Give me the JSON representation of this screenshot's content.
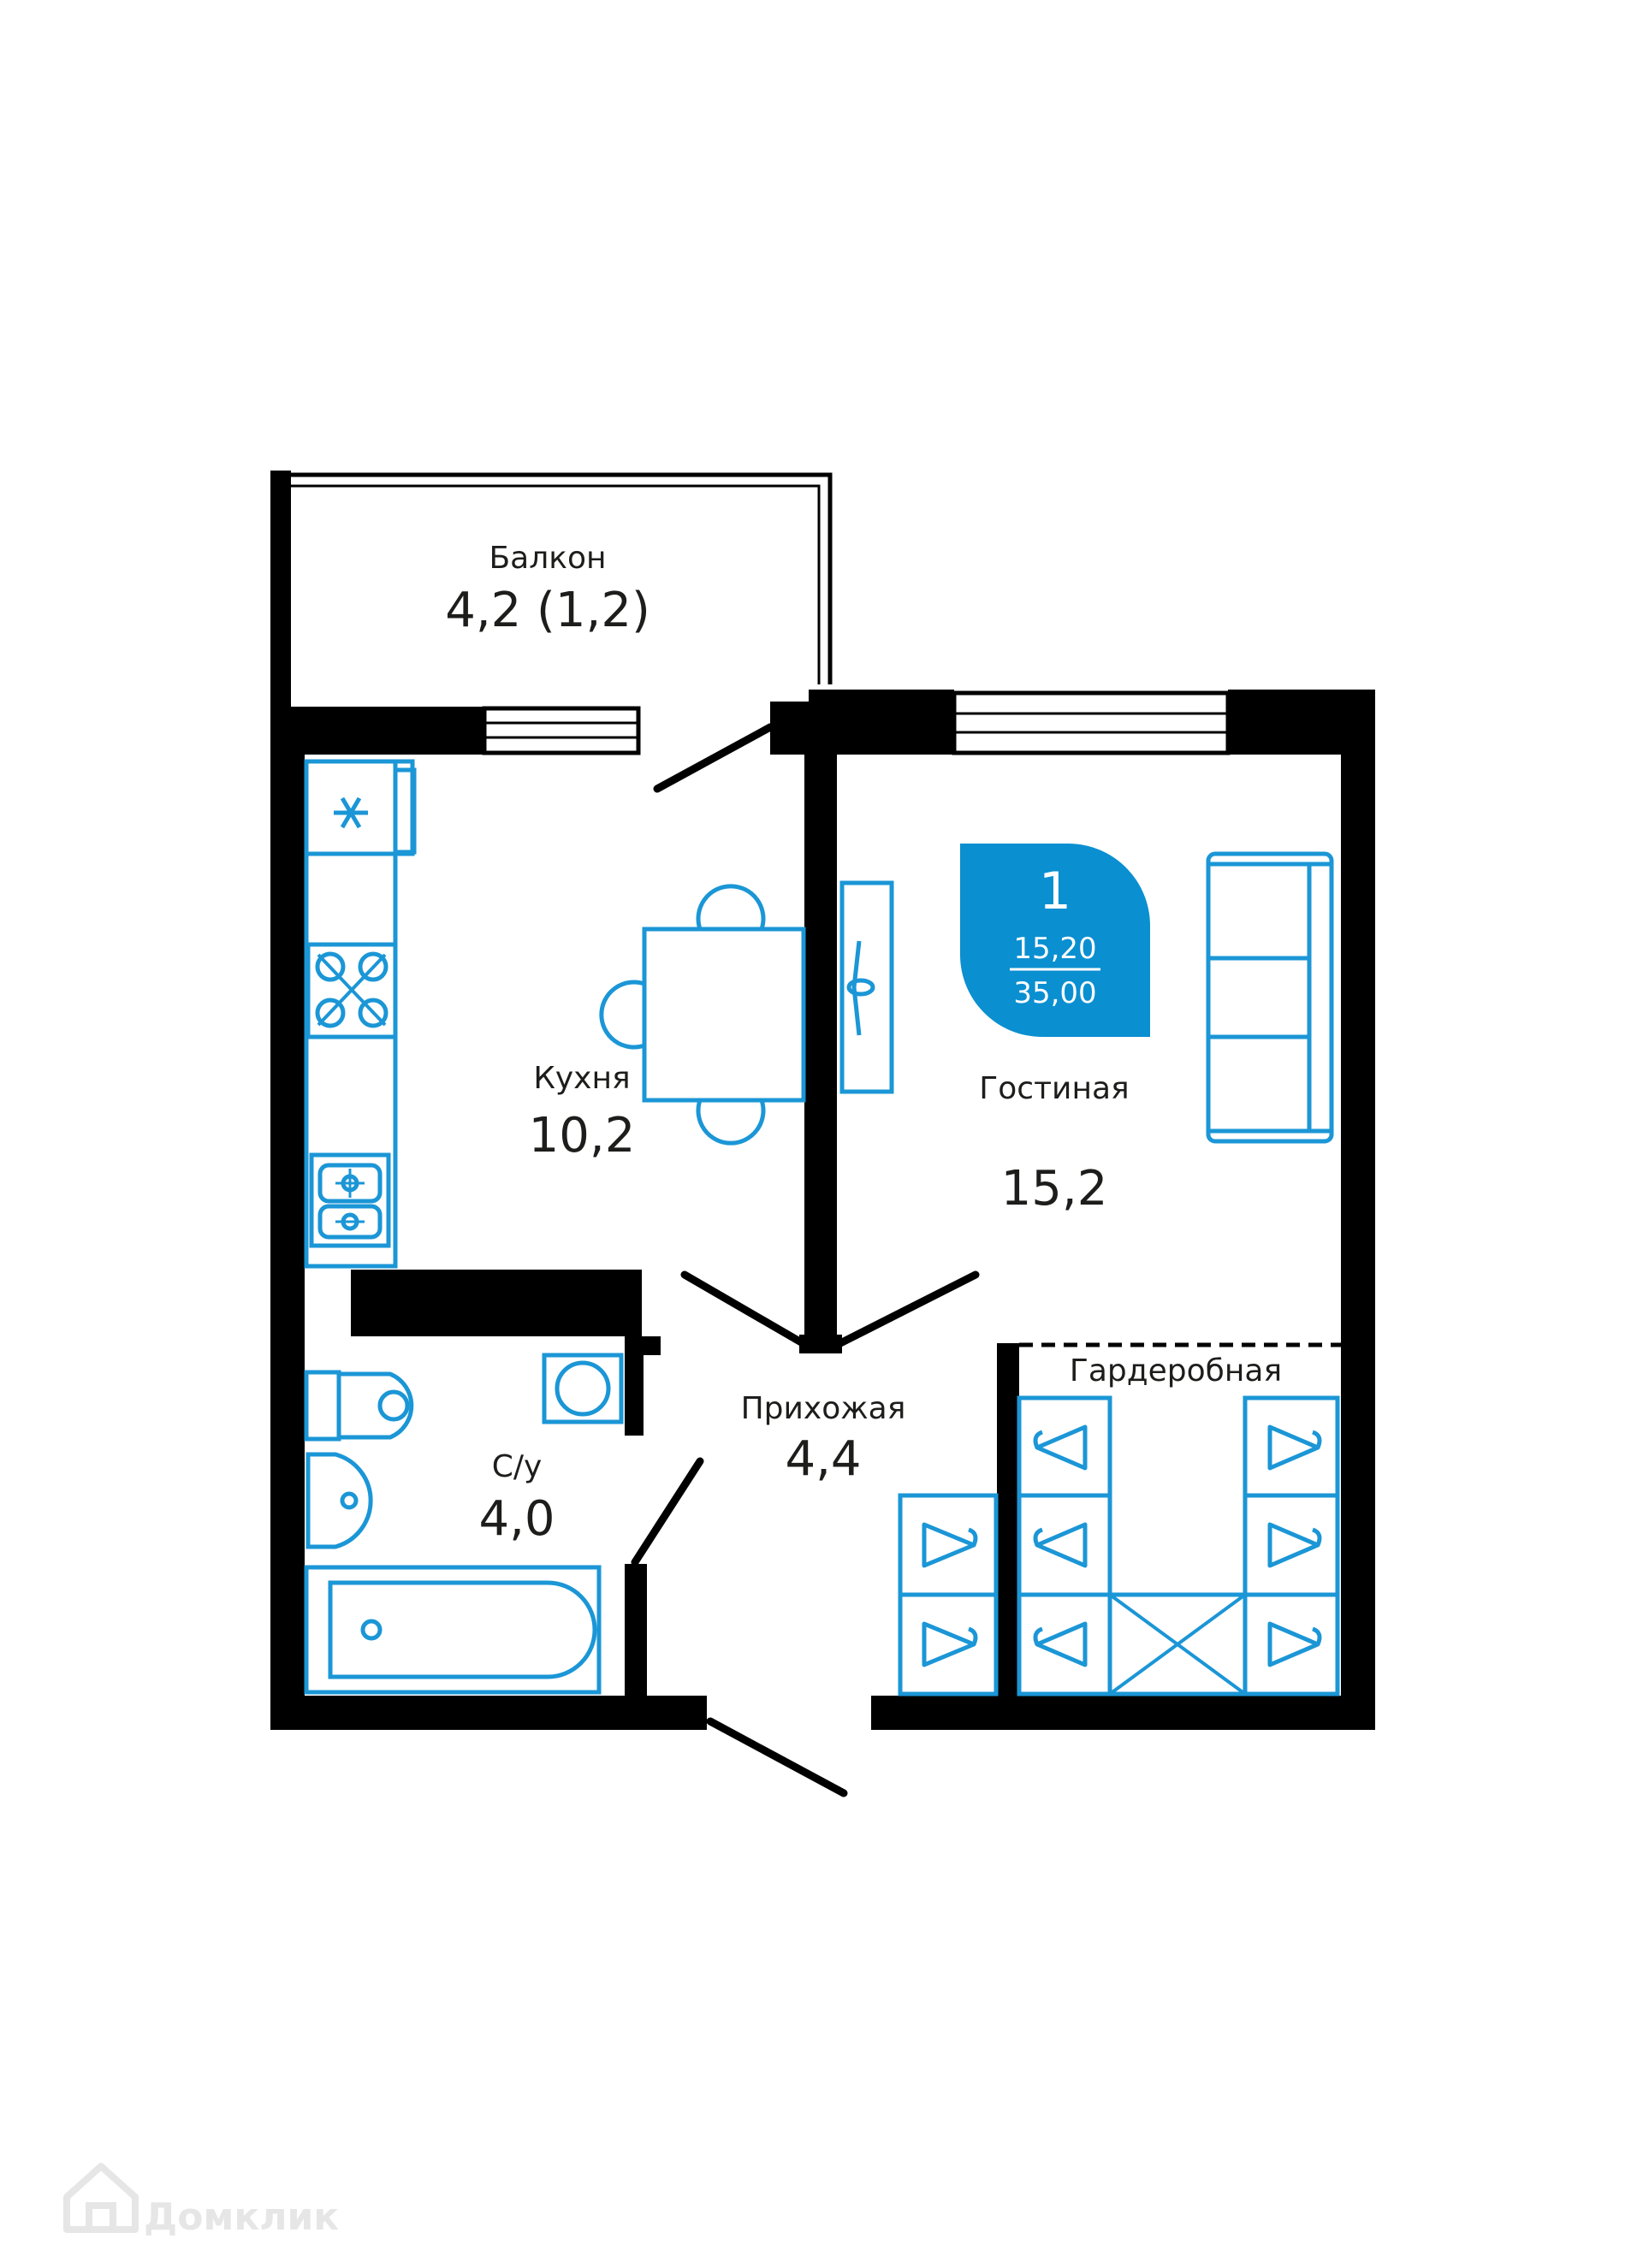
{
  "plan": {
    "rooms": [
      {
        "id": "balcony",
        "name": "Балкон",
        "area": "4,2 (1,2)"
      },
      {
        "id": "kitchen",
        "name": "Кухня",
        "area": "10,2"
      },
      {
        "id": "living",
        "name": "Гостиная",
        "area": "15,2"
      },
      {
        "id": "hall",
        "name": "Прихожая",
        "area": "4,4"
      },
      {
        "id": "bath",
        "name": "С/у",
        "area": "4,0"
      },
      {
        "id": "wardrobe",
        "name": "Гардеробная",
        "area": ""
      }
    ],
    "badge": {
      "rooms": "1",
      "living_area": "15,20",
      "total_area": "35,00",
      "color": "#0a8fd1"
    },
    "colors": {
      "walls": "#000000",
      "fixtures": "#1b96d6",
      "text": "#1d1d1b"
    }
  },
  "watermark": {
    "text": "Домклик",
    "icon": "house-logo-icon"
  }
}
